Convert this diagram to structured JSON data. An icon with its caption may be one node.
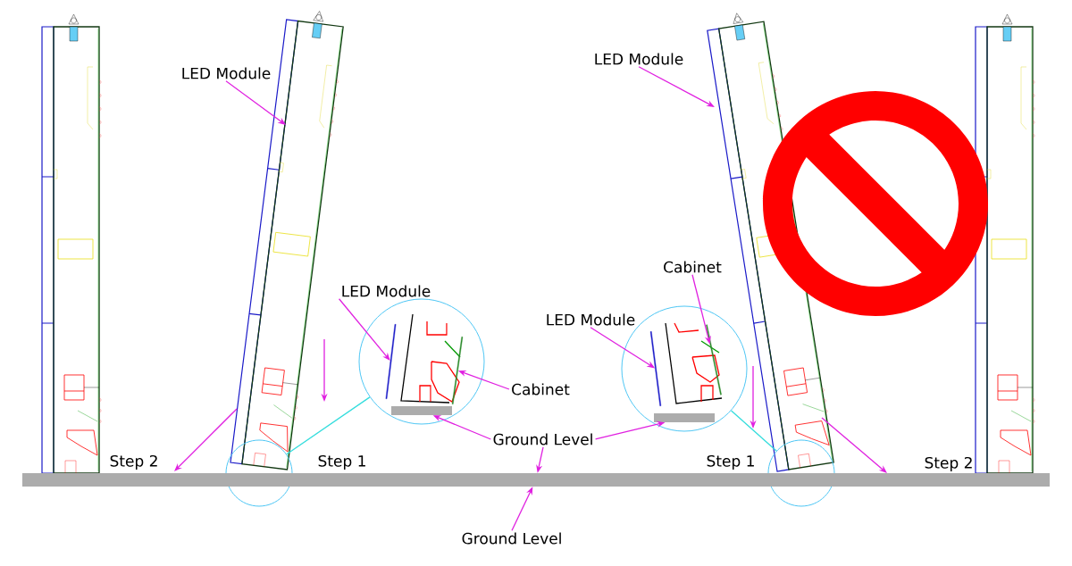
{
  "diagram": {
    "nodes": [
      {
        "text": [
          "LED Module"
        ]
      },
      {
        "text": [
          "LED Module"
        ]
      },
      {
        "text": [
          "Cabinet"
        ]
      },
      {
        "text": [
          "Ground Level"
        ]
      },
      {
        "text": [
          "Cabinet"
        ]
      },
      {
        "text": [
          "LED Module"
        ]
      },
      {
        "text": [
          "LED Module"
        ]
      },
      {
        "text": [
          "Ground Level"
        ]
      },
      {
        "text": [],
        "shape": "circle"
      },
      {
        "text": [],
        "shape": "circle"
      },
      {
        "text": [],
        "shape": "circle"
      },
      {
        "text": [],
        "shape": "circle"
      },
      {
        "text": [],
        "shape": "bar",
        "in": 9
      },
      {
        "text": [],
        "shape": "bar",
        "in": 9
      },
      {
        "text": [],
        "shape": "bar",
        "in": 9
      },
      {
        "text": [],
        "shape": "bar",
        "in": 10
      },
      {
        "text": [],
        "shape": "bar",
        "in": 10
      },
      {
        "text": [],
        "shape": "bar",
        "in": 10
      },
      {
        "text": [],
        "shape": "bar"
      }
    ],
    "edges": [
      {
        "from": 0,
        "to": null,
        "arrow": "to"
      },
      {
        "from": 1,
        "to": 12,
        "arrow": "to"
      },
      {
        "from": 2,
        "to": 13,
        "arrow": "to"
      },
      {
        "from": 3,
        "to": 14,
        "arrow": "to"
      },
      {
        "from": 3,
        "to": 15,
        "arrow": "to"
      },
      {
        "from": 3,
        "to": 18,
        "arrow": "to"
      },
      {
        "from": 4,
        "to": 16,
        "arrow": "to"
      },
      {
        "from": 5,
        "to": 17,
        "arrow": "to"
      },
      {
        "from": 6,
        "to": null,
        "arrow": "to"
      },
      {
        "from": 7,
        "to": 18,
        "arrow": "to"
      },
      {
        "from": 8,
        "to": 9,
        "arrow": "none",
        "color": "#33dddd"
      },
      {
        "from": 11,
        "to": 10,
        "arrow": "none",
        "color": "#33dddd"
      }
    ],
    "labels": [
      "Step 2",
      "Step 1",
      "Step 1",
      "Step 2"
    ]
  }
}
